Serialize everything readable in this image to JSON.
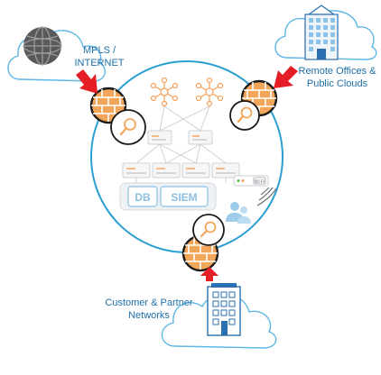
{
  "labels": {
    "mpls_line1": "MPLS /",
    "mpls_line2": "INTERNET",
    "remote_line1": "Remote Offices &",
    "remote_line2": "Public Clouds",
    "customer_line1": "Customer & Partner",
    "customer_line2": "Networks"
  },
  "datacenter": {
    "db_label": "DB",
    "siem_label": "SIEM",
    "wifi_label": "Wi Fi"
  },
  "colors": {
    "label_text": "#1f6fa8",
    "circle_stroke": "#2b9fd0",
    "cloud_stroke": "#5fb6e3",
    "firewall_brick": "#f2a65a",
    "firewall_outline": "#1a1a1a",
    "arrow": "#e51e25",
    "hub_orange": "#f5a05a"
  },
  "icons": [
    "globe-icon",
    "skyscraper-icon",
    "office-building-icon",
    "firewall-icon",
    "magnifier-icon",
    "users-icon",
    "wifi-router-icon",
    "database-icon"
  ]
}
